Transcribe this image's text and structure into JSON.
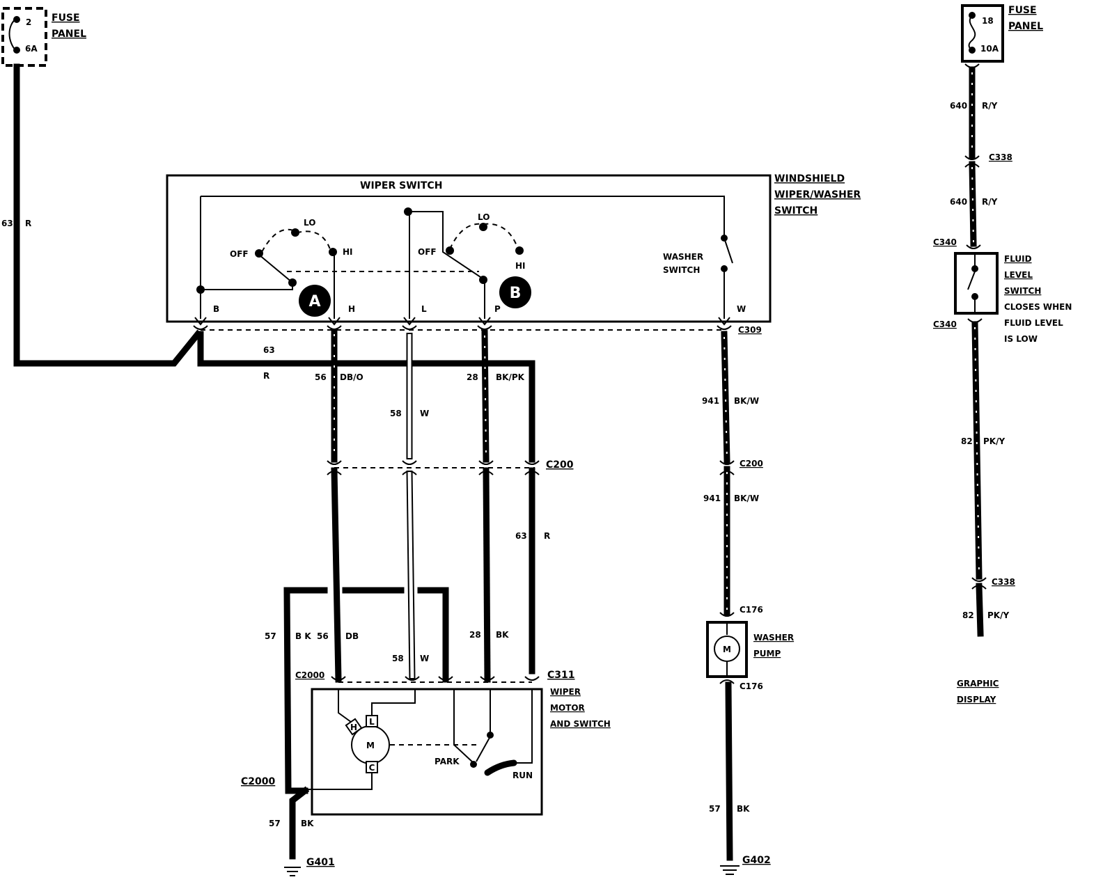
{
  "fuse_panel_left": {
    "fuse_number": "2",
    "rating": "6A",
    "label_line1": "FUSE",
    "label_line2": "PANEL"
  },
  "fuse_panel_right": {
    "fuse_number": "18",
    "rating": "10A",
    "label_line1": "FUSE",
    "label_line2": "PANEL"
  },
  "wiper_switch": {
    "title": "WIPER SWITCH",
    "assembly_label": [
      "WINDSHIELD",
      "WIPER/WASHER",
      "SWITCH"
    ],
    "switch_a": {
      "callout": "A",
      "off": "OFF",
      "lo": "LO",
      "hi": "HI"
    },
    "switch_b": {
      "callout": "B",
      "off": "OFF",
      "lo": "LO",
      "hi": "HI"
    },
    "washer_switch": [
      "WASHER",
      "SWITCH"
    ],
    "terminals": {
      "b": "B",
      "h": "H",
      "l": "L",
      "p": "P",
      "w": "W"
    }
  },
  "wires": {
    "feed_63_left": {
      "circuit": "63",
      "color": "R"
    },
    "feed_63_top": {
      "circuit": "63",
      "color": "R"
    },
    "hi_56": {
      "circuit": "56",
      "color": "DB/O"
    },
    "lo_58": {
      "circuit": "58",
      "color": "W"
    },
    "park_28": {
      "circuit": "28",
      "color": "BK/PK"
    },
    "feed_63_right": {
      "circuit": "63",
      "color": "R"
    },
    "ground_57_upper": {
      "circuit": "57",
      "color": "B K"
    },
    "hi_56_lower": {
      "circuit": "56",
      "color": "DB"
    },
    "lo_58_lower": {
      "circuit": "58",
      "color": "W"
    },
    "park_28_lower": {
      "circuit": "28",
      "color": "BK"
    },
    "ground_57_lower": {
      "circuit": "57",
      "color": "BK"
    },
    "washer_941_upper": {
      "circuit": "941",
      "color": "BK/W"
    },
    "washer_941_lower": {
      "circuit": "941",
      "color": "BK/W"
    },
    "washer_57": {
      "circuit": "57",
      "color": "BK"
    },
    "fluid_640_upper": {
      "circuit": "640",
      "color": "R/Y"
    },
    "fluid_640_lower": {
      "circuit": "640",
      "color": "R/Y"
    },
    "fluid_82_upper": {
      "circuit": "82",
      "color": "PK/Y"
    },
    "fluid_82_lower": {
      "circuit": "82",
      "color": "PK/Y"
    }
  },
  "connectors": {
    "c309": "C309",
    "c200_left": "C200",
    "c200_right": "C200",
    "c2000_top": "C2000",
    "c311": "C311",
    "c2000_bottom": "C2000",
    "c176_top": "C176",
    "c176_bottom": "C176",
    "c338_top": "C338",
    "c340_top": "C340",
    "c340_bottom": "C340",
    "c338_bottom": "C338"
  },
  "grounds": {
    "g401": "G401",
    "g402": "G402"
  },
  "wiper_motor": {
    "label": [
      "WIPER",
      "MOTOR",
      "AND SWITCH"
    ],
    "motor_symbol": "M",
    "brush_h": "H",
    "brush_l": "L",
    "brush_c": "C",
    "park": "PARK",
    "run": "RUN"
  },
  "washer_pump": {
    "label": [
      "WASHER",
      "PUMP"
    ],
    "motor_symbol": "M"
  },
  "fluid_level_switch": {
    "label": [
      "FLUID",
      "LEVEL",
      "SWITCH"
    ],
    "note": [
      "CLOSES WHEN",
      "FLUID LEVEL",
      "IS LOW"
    ]
  },
  "graphic_display": [
    "GRAPHIC",
    "DISPLAY"
  ]
}
